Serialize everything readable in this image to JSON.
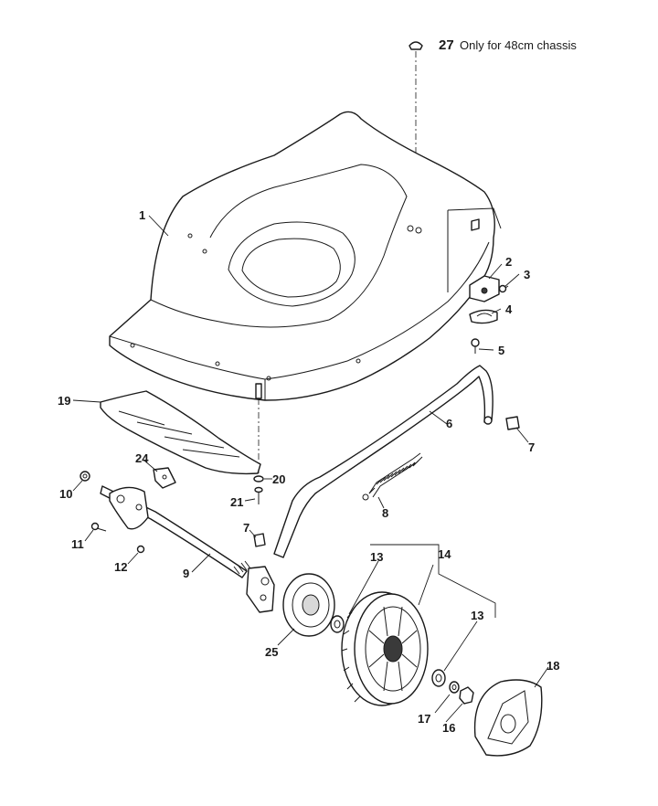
{
  "note": {
    "number": "27",
    "text": "Only for 48cm chassis"
  },
  "callouts": [
    {
      "id": "1",
      "label": "1"
    },
    {
      "id": "2",
      "label": "2"
    },
    {
      "id": "3",
      "label": "3"
    },
    {
      "id": "4",
      "label": "4"
    },
    {
      "id": "5",
      "label": "5"
    },
    {
      "id": "6",
      "label": "6"
    },
    {
      "id": "7a",
      "label": "7"
    },
    {
      "id": "7b",
      "label": "7"
    },
    {
      "id": "8",
      "label": "8"
    },
    {
      "id": "9",
      "label": "9"
    },
    {
      "id": "10",
      "label": "10"
    },
    {
      "id": "11",
      "label": "11"
    },
    {
      "id": "12",
      "label": "12"
    },
    {
      "id": "13a",
      "label": "13"
    },
    {
      "id": "13b",
      "label": "13"
    },
    {
      "id": "14",
      "label": "14"
    },
    {
      "id": "16",
      "label": "16"
    },
    {
      "id": "17",
      "label": "17"
    },
    {
      "id": "18",
      "label": "18"
    },
    {
      "id": "19",
      "label": "19"
    },
    {
      "id": "20",
      "label": "20"
    },
    {
      "id": "21",
      "label": "21"
    },
    {
      "id": "24",
      "label": "24"
    },
    {
      "id": "25",
      "label": "25"
    }
  ]
}
